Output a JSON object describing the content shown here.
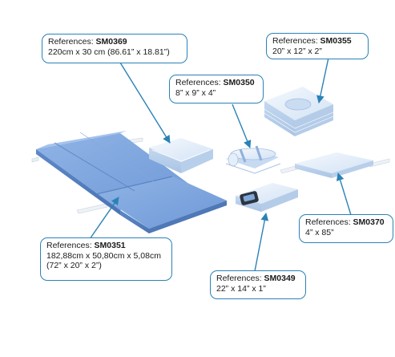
{
  "colors": {
    "callout_border": "#2a82b6",
    "leader_line": "#2a82b6",
    "pad_blue": "#7aa3dc",
    "pad_blue_dark": "#5a85c6",
    "pad_light": "#dce9f7",
    "pad_lighter": "#eef4fb"
  },
  "callouts": {
    "sm0369": {
      "ref_label": "References: ",
      "code": "SM0369",
      "lines": [
        "220cm x 30 cm (86.61” x 18.81”)"
      ]
    },
    "sm0355": {
      "ref_label": "References: ",
      "code": "SM0355",
      "lines": [
        "20” x 12” x 2”"
      ]
    },
    "sm0350": {
      "ref_label": "References: ",
      "code": "SM0350",
      "lines": [
        "8” x 9” x 4”"
      ]
    },
    "sm0370": {
      "ref_label": "References: ",
      "code": "SM0370",
      "lines": [
        "4” x 85”"
      ]
    },
    "sm0351": {
      "ref_label": "References: ",
      "code": "SM0351",
      "lines": [
        "182,88cm x 50,80cm x 5,08cm",
        "(72” x 20” x 2”)"
      ]
    },
    "sm0349": {
      "ref_label": "References: ",
      "code": "SM0349",
      "lines": [
        "22” x 14” x 1”"
      ]
    }
  }
}
